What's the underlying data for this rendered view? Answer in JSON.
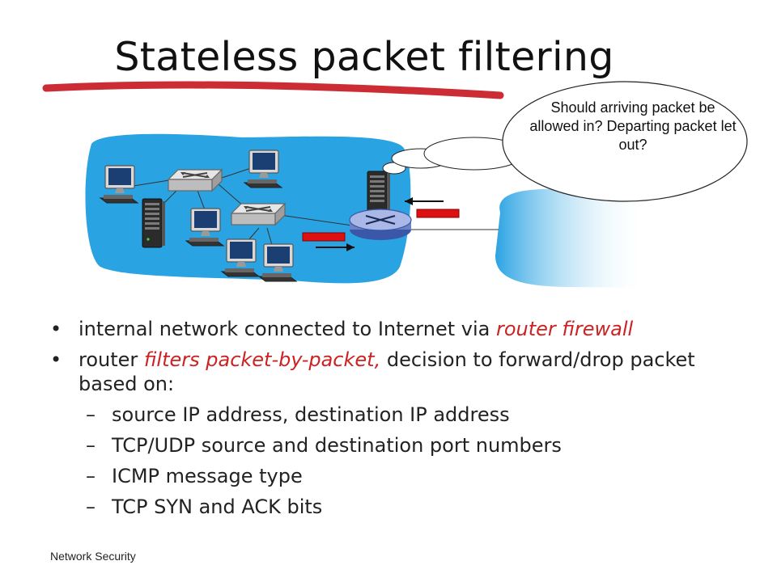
{
  "slide": {
    "title": "Stateless packet filtering",
    "footer": "Network Security"
  },
  "callout": {
    "text": "Should arriving packet be allowed in? Departing packet let out?"
  },
  "bullets": [
    {
      "parts": [
        "internal network connected to Internet via ",
        "router firewall",
        ""
      ]
    },
    {
      "parts": [
        "router ",
        "filters packet-by-packet,",
        " decision to forward/drop packet based on:"
      ]
    }
  ],
  "sub_bullets": [
    "source IP address, destination IP address",
    "TCP/UDP source and destination port numbers",
    "ICMP message type",
    "TCP SYN and ACK bits"
  ],
  "colors": {
    "title_underline": "#cc2d35",
    "network_cloud": "#2aa3e3",
    "packet": "#dd1111",
    "highlight_text": "#cc2222"
  },
  "icons": [
    "computer-icon",
    "server-icon",
    "switch-icon",
    "router-icon",
    "packet-icon"
  ]
}
